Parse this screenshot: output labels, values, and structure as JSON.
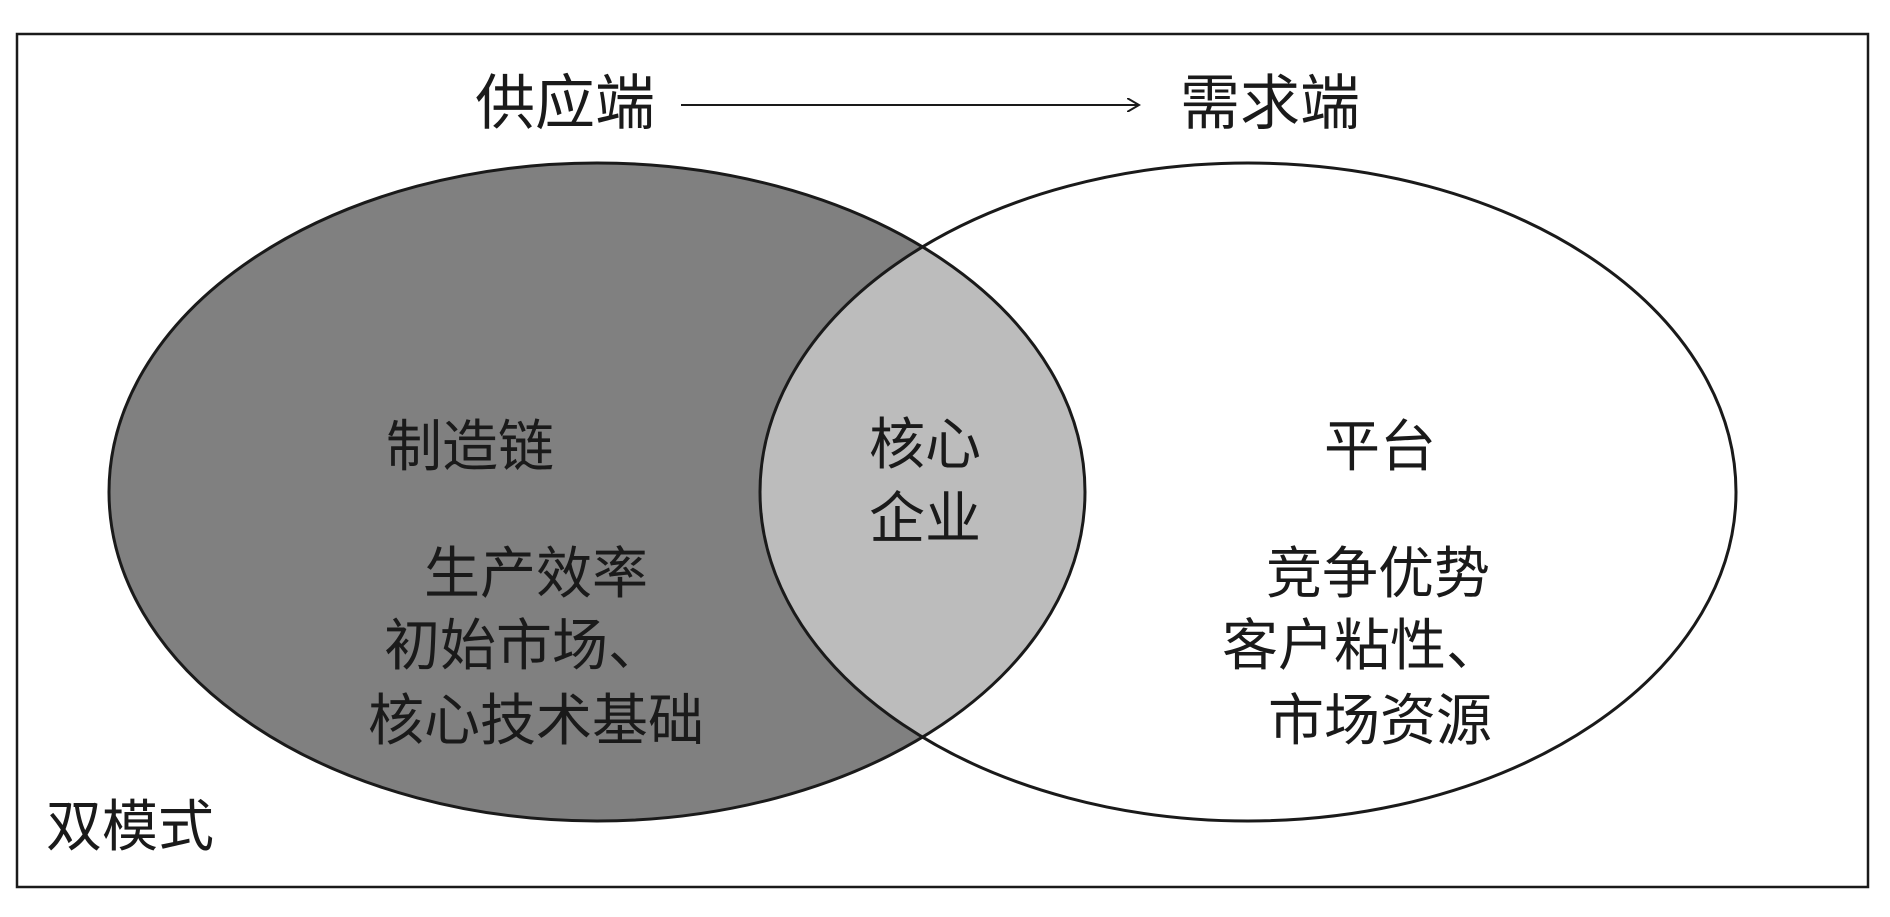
{
  "header": {
    "supply": "供应端",
    "demand": "需求端"
  },
  "left": {
    "title": "制造链",
    "lines": [
      "生产效率",
      "初始市场、",
      "核心技术基础"
    ]
  },
  "center": {
    "lines": [
      "核心",
      "企业"
    ]
  },
  "right": {
    "title": "平台",
    "lines": [
      "竞争优势",
      "客户粘性、",
      "市场资源"
    ]
  },
  "footer": {
    "label": "双模式"
  },
  "colors": {
    "left_fill": "#808080",
    "overlap_fill": "#bcbcbc",
    "right_fill": "#ffffff",
    "stroke": "#1a1a1a"
  }
}
